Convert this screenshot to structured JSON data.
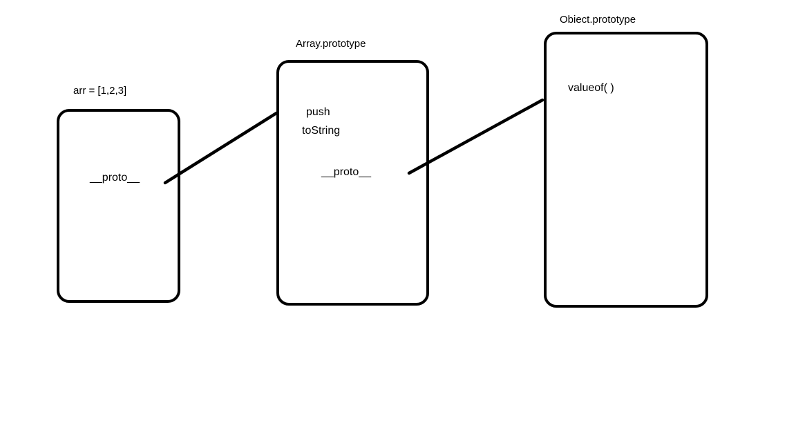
{
  "objects": {
    "arr": {
      "label": "arr = [1,2,3]",
      "members": [
        "__proto__"
      ]
    },
    "array_prototype": {
      "label": "Array.prototype",
      "members": [
        "push",
        "toString",
        "__proto__"
      ]
    },
    "object_prototype": {
      "label": "Obiect.prototype",
      "members": [
        "valueof( )"
      ]
    }
  },
  "colors": {
    "stroke": "#000000",
    "background": "#ffffff"
  }
}
